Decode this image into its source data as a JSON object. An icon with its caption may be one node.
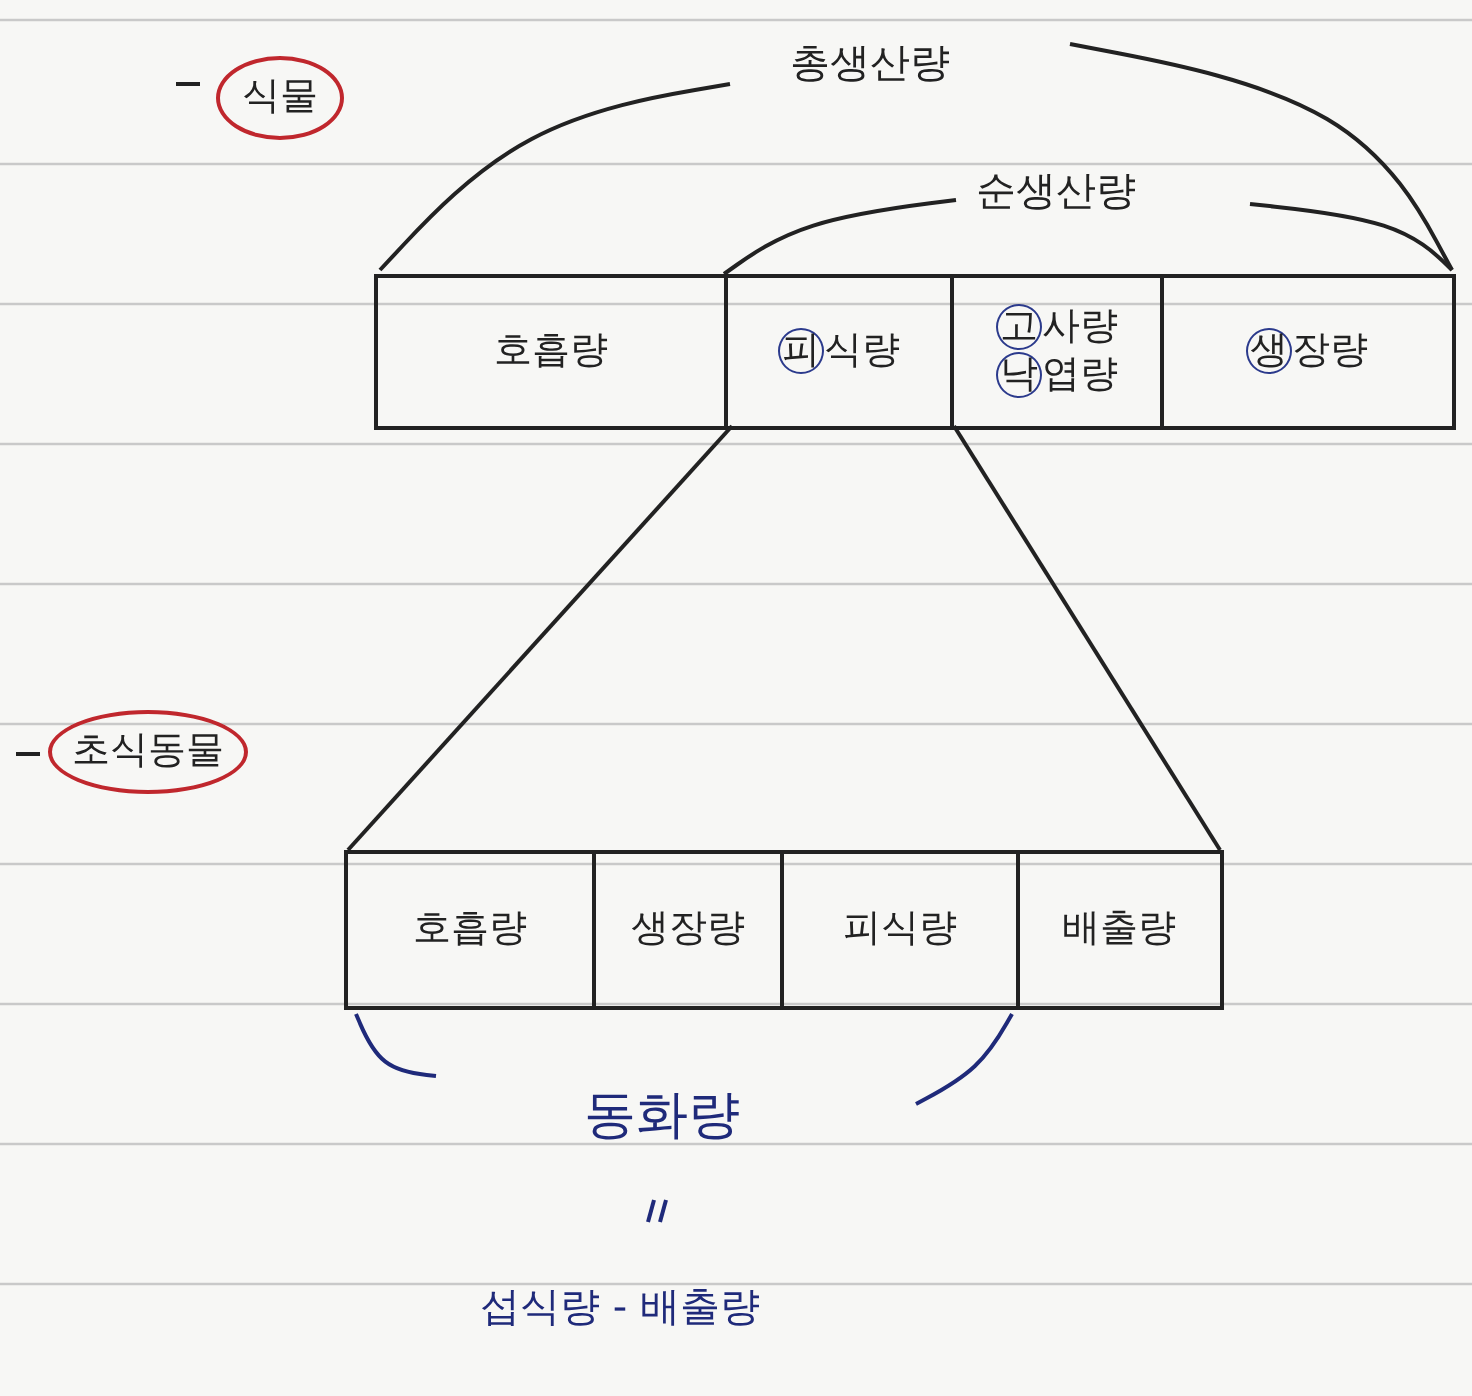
{
  "diagram": {
    "nodes": [
      {
        "text": [
          "식물"
        ]
      },
      {
        "text": [],
        "shape": "box"
      },
      {
        "text": [
          "호흡량"
        ],
        "in": 1
      },
      {
        "text": [
          "피식량"
        ],
        "in": 1
      },
      {
        "text": [
          "고사량",
          "낙엽량"
        ],
        "in": 1
      },
      {
        "text": [
          "생장량"
        ],
        "in": 1
      },
      {
        "text": [
          "초식동물"
        ]
      },
      {
        "text": [],
        "shape": "box"
      },
      {
        "text": [
          "호흡량"
        ],
        "in": 7
      },
      {
        "text": [
          "생장량"
        ],
        "in": 7
      },
      {
        "text": [
          "피식량"
        ],
        "in": 7
      },
      {
        "text": [
          "배출량"
        ],
        "in": 7
      }
    ],
    "edges": [
      {
        "from": 3,
        "to": 7,
        "arrow": "none"
      },
      {
        "from": 3,
        "to": 7,
        "arrow": "none"
      }
    ],
    "labels": [
      "총생산량",
      "순생산량",
      "동화량",
      "섭식량 - 배출량"
    ]
  }
}
